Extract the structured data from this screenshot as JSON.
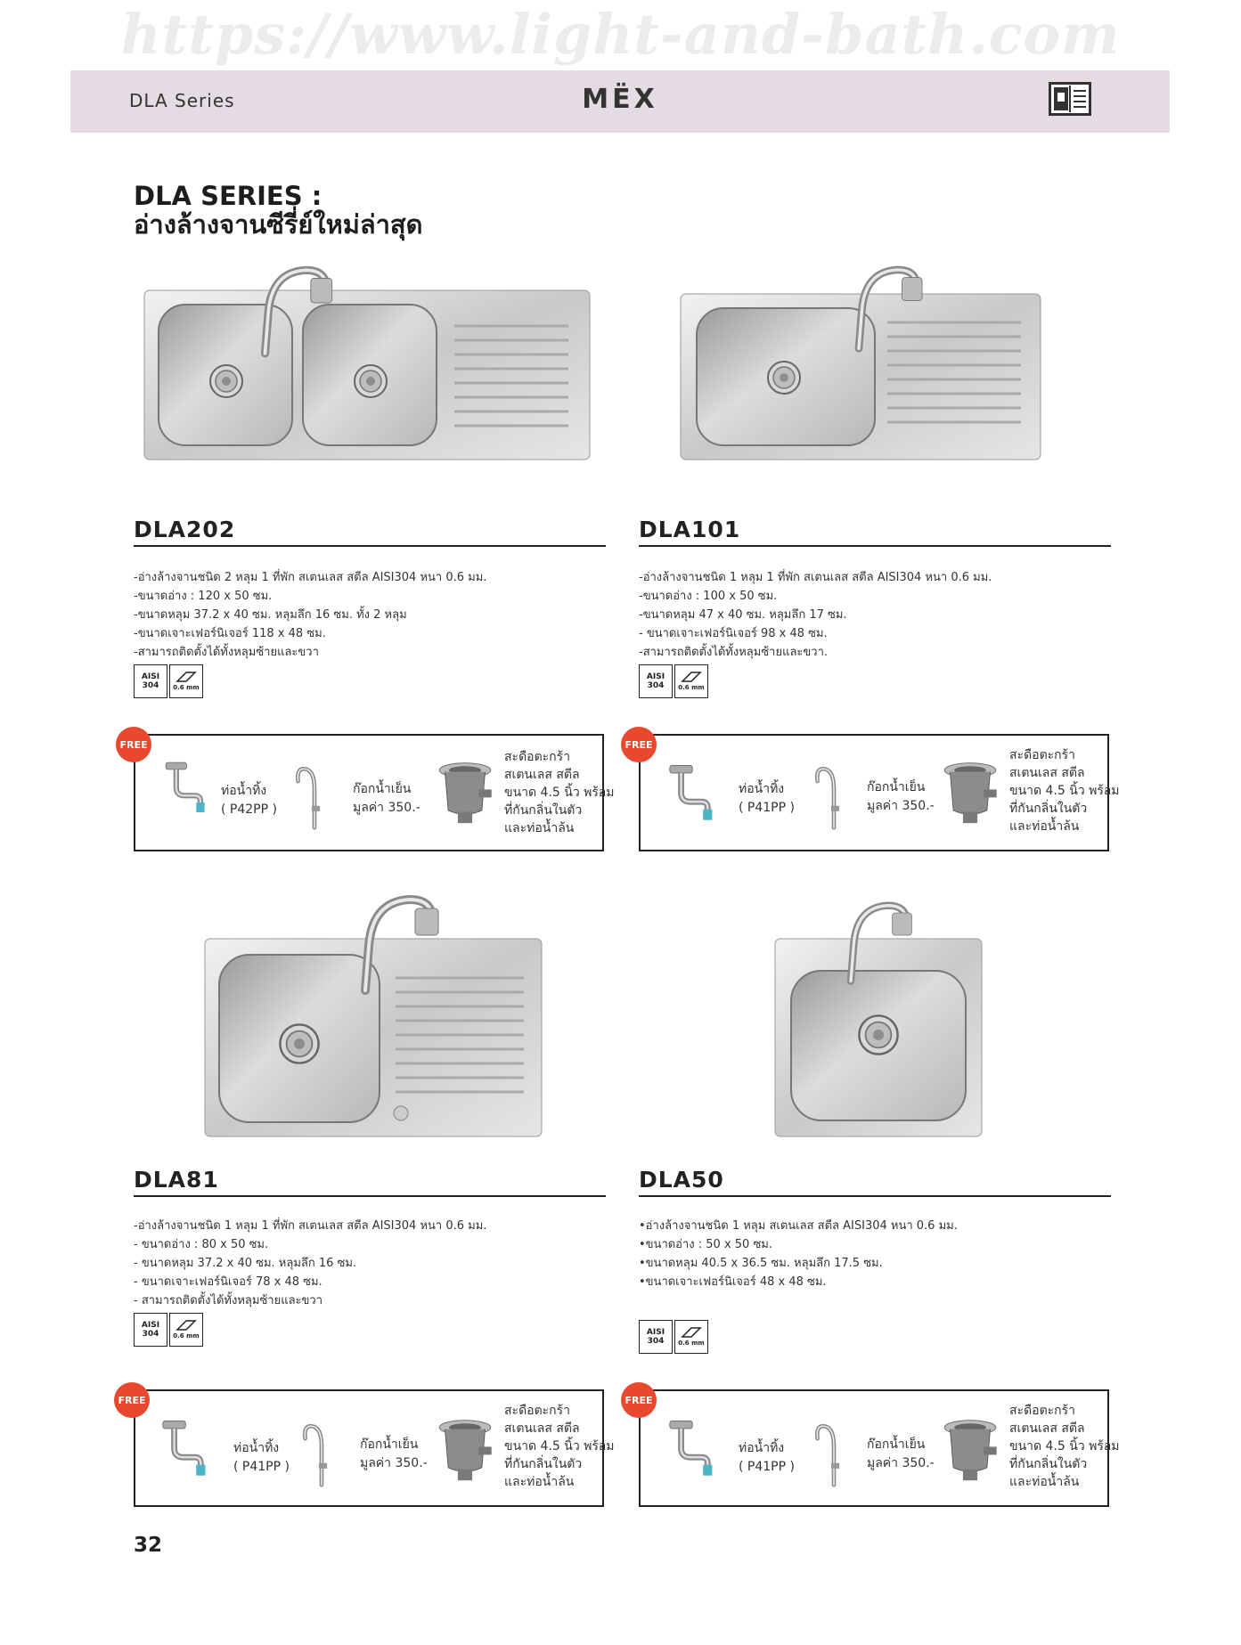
{
  "watermark": "https://www.light-and-bath.com",
  "header": {
    "series": "DLA Series",
    "brand": "MЁX"
  },
  "page_title": {
    "line1": "DLA SERIES :",
    "line2": "อ่างล้างจานซีรี่ย์ใหม่ล่าสุด"
  },
  "page_number": "32",
  "badges": {
    "material_line1": "AISI",
    "material_line2": "304",
    "thickness": "0.6 mm"
  },
  "free_label": "FREE",
  "products": [
    {
      "model": "DLA202",
      "specs": [
        "-อ่างล้างจานชนิด 2 หลุม 1 ที่พัก สเตนเลส สตีล AISI304 หนา 0.6 มม.",
        "-ขนาดอ่าง : 120 x 50 ซม.",
        "-ขนาดหลุม 37.2 x 40 ซม. หลุมลึก 16 ซม. ทั้ง 2 หลุม",
        "-ขนาดเจาะเฟอร์นิเจอร์ 118 x 48 ซม.",
        "-สามารถติดตั้งได้ทั้งหลุมซ้ายและขวา"
      ],
      "free": {
        "drain_label": "ท่อน้ำทิ้ง",
        "drain_code": "( P42PP )",
        "faucet_label": "ก๊อกน้ำเย็น",
        "faucet_value": "มูลค่า 350.-",
        "basket": [
          "สะดือตะกร้า",
          "สเตนเลส สตีล",
          "ขนาด 4.5 นิ้ว พร้อม",
          "ที่กันกลิ่นในตัว",
          "และท่อน้ำล้น"
        ]
      }
    },
    {
      "model": "DLA101",
      "specs": [
        "-อ่างล้างจานชนิด 1 หลุม 1 ที่พัก สเตนเลส สตีล AISI304 หนา 0.6 มม.",
        "-ขนาดอ่าง : 100 x 50 ซม.",
        "-ขนาดหลุม 47 x 40 ซม. หลุมลึก 17 ซม.",
        "- ขนาดเจาะเฟอร์นิเจอร์ 98 x 48 ซม.",
        "-สามารถติดตั้งได้ทั้งหลุมซ้ายและขวา."
      ],
      "free": {
        "drain_label": "ท่อน้ำทิ้ง",
        "drain_code": "( P41PP )",
        "faucet_label": "ก๊อกน้ำเย็น",
        "faucet_value": "มูลค่า 350.-",
        "basket": [
          "สะดือตะกร้า",
          "สเตนเลส สตีล",
          "ขนาด 4.5 นิ้ว พร้อม",
          "ที่กันกลิ่นในตัว",
          "และท่อน้ำล้น"
        ]
      }
    },
    {
      "model": "DLA81",
      "specs": [
        "-อ่างล้างจานชนิด 1 หลุม 1 ที่พัก สเตนเลส สตีล AISI304 หนา 0.6 มม.",
        "- ขนาดอ่าง : 80 x 50 ซม.",
        "- ขนาดหลุม 37.2 x 40 ซม. หลุมลึก 16 ซม.",
        "- ขนาดเจาะเฟอร์นิเจอร์ 78 x 48 ซม.",
        "- สามารถติดตั้งได้ทั้งหลุมซ้ายและขวา"
      ],
      "free": {
        "drain_label": "ท่อน้ำทิ้ง",
        "drain_code": "( P41PP )",
        "faucet_label": "ก๊อกน้ำเย็น",
        "faucet_value": "มูลค่า 350.-",
        "basket": [
          "สะดือตะกร้า",
          "สเตนเลส สตีล",
          "ขนาด 4.5 นิ้ว พร้อม",
          "ที่กันกลิ่นในตัว",
          "และท่อน้ำล้น"
        ]
      }
    },
    {
      "model": "DLA50",
      "specs": [
        "•อ่างล้างจานชนิด 1 หลุม สเตนเลส สตีล AISI304 หนา 0.6 มม.",
        "•ขนาดอ่าง : 50 x 50 ซม.",
        "•ขนาดหลุม 40.5 x 36.5 ซม. หลุมลึก 17.5 ซม.",
        "•ขนาดเจาะเฟอร์นิเจอร์ 48 x 48 ซม."
      ],
      "free": {
        "drain_label": "ท่อน้ำทิ้ง",
        "drain_code": "( P41PP )",
        "faucet_label": "ก๊อกน้ำเย็น",
        "faucet_value": "มูลค่า 350.-",
        "basket": [
          "สะดือตะกร้า",
          "สเตนเลส สตีล",
          "ขนาด 4.5 นิ้ว พร้อม",
          "ที่กันกลิ่นในตัว",
          "และท่อน้ำล้น"
        ]
      }
    }
  ]
}
